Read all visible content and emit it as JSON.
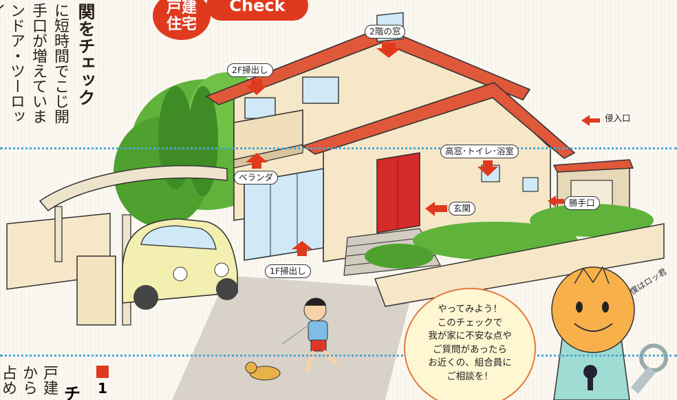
{
  "header": {
    "badge_line1": "戸建",
    "badge_line2": "住宅",
    "check_label": "Check"
  },
  "left_text": {
    "col1": "関をチェック",
    "col2": "に短時間でこじ開",
    "col3": "手口が増えていま",
    "col4": "ンドア・ツーロッ",
    "col5": "イ"
  },
  "bottom_left_text": {
    "col_a": "戸建",
    "col_b": "から",
    "col_c": "占め",
    "title_mark": "チ",
    "number": "1"
  },
  "labels": {
    "window_2f": "2階の窓",
    "sweep_2f": "2F掃出し",
    "entry": "侵入口",
    "high_window": "高窓･トイレ･浴室",
    "veranda": "ベランダ",
    "front_door": "玄関",
    "back_door": "勝手口",
    "sweep_1f": "1F掃出し"
  },
  "bubble": {
    "line1": "やってみよう！",
    "line2": "このチェックで",
    "line3": "我が家に不安な点や",
    "line4": "ご質問があったら",
    "line5": "お近くの、組合員に",
    "line6": "ご相談を！"
  },
  "mascot": {
    "name": "僕はロッ君"
  },
  "colors": {
    "accent_red": "#e03a1e",
    "roof_red": "#e0583a",
    "door_red": "#d42a2a",
    "wall": "#f6e7c8",
    "tree_green": "#5fb33b",
    "dotted_line": "#4ba6d6"
  }
}
